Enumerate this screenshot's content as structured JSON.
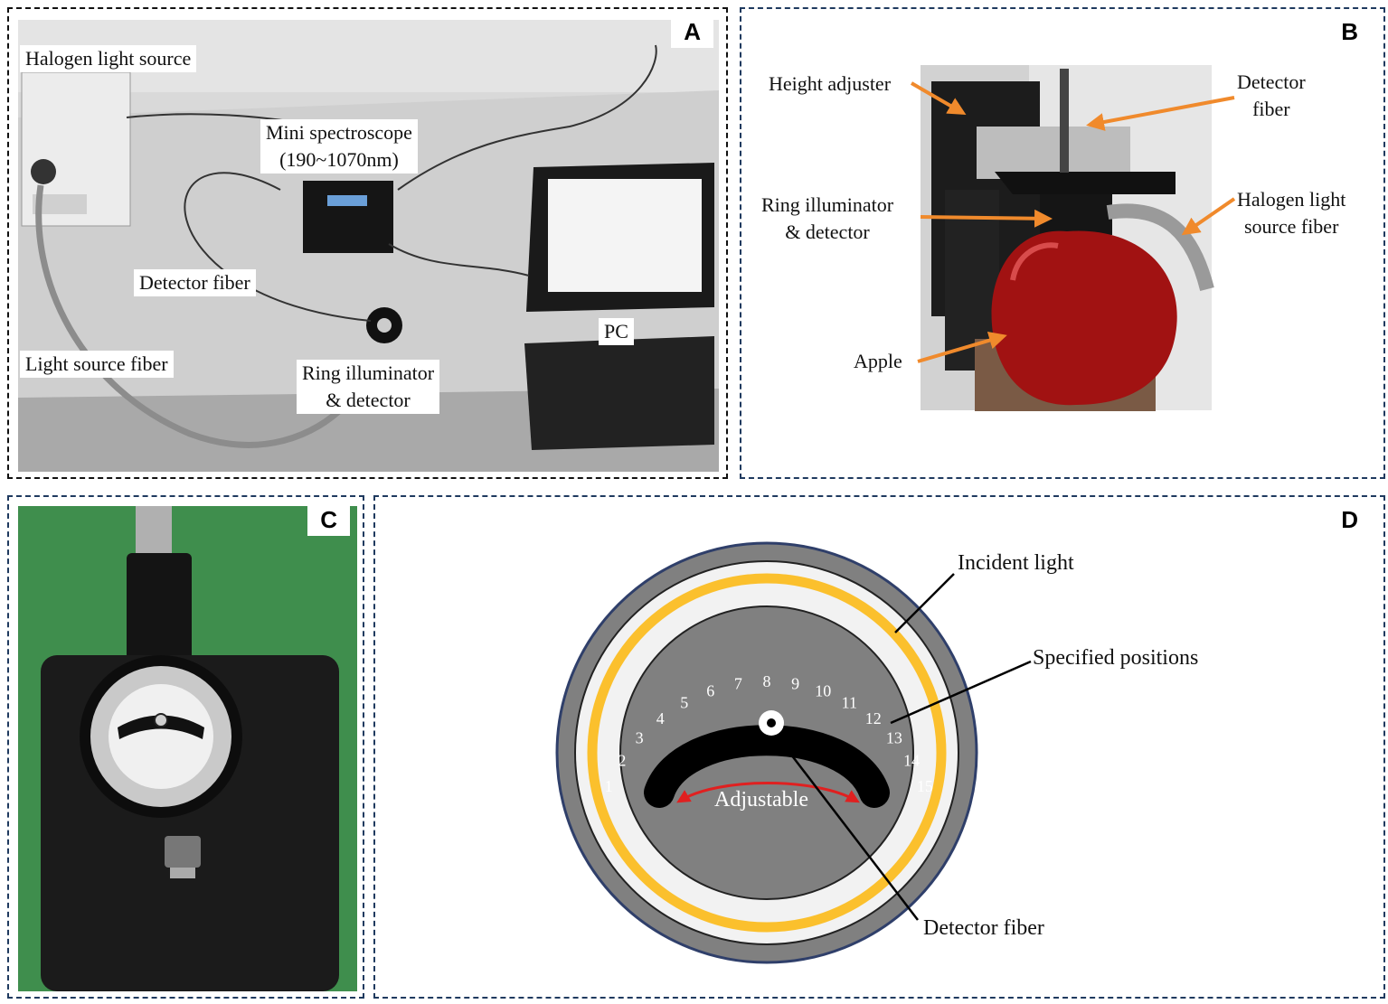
{
  "panels": {
    "a": {
      "letter": "A",
      "labels": {
        "halogen_light_source": "Halogen light source",
        "mini_spectroscope_line1": "Mini spectroscope",
        "mini_spectroscope_line2": "(190~1070nm)",
        "detector_fiber": "Detector fiber",
        "light_source_fiber": "Light source fiber",
        "ring_illuminator_line1": "Ring illuminator",
        "ring_illuminator_line2": "& detector",
        "pc": "PC"
      }
    },
    "b": {
      "letter": "B",
      "labels": {
        "height_adjuster": "Height adjuster",
        "detector_fiber_line1": "Detector",
        "detector_fiber_line2": "fiber",
        "ring_illuminator_line1": "Ring illuminator",
        "ring_illuminator_line2": "& detector",
        "halogen_fiber_line1": "Halogen light",
        "halogen_fiber_line2": "source fiber",
        "apple": "Apple"
      }
    },
    "c": {
      "letter": "C"
    },
    "d": {
      "letter": "D",
      "labels": {
        "incident_light": "Incident light",
        "specified_positions": "Specified positions",
        "adjustable": "Adjustable",
        "detector_fiber": "Detector fiber"
      },
      "positions": [
        "1",
        "2",
        "3",
        "4",
        "5",
        "6",
        "7",
        "8",
        "9",
        "10",
        "11",
        "12",
        "13",
        "14",
        "15"
      ]
    }
  },
  "colors": {
    "panel_border": "#1f3a5f",
    "arrow_orange": "#f08a2c",
    "ring_yellow": "#fbc02d",
    "arc_red": "#e02020"
  }
}
